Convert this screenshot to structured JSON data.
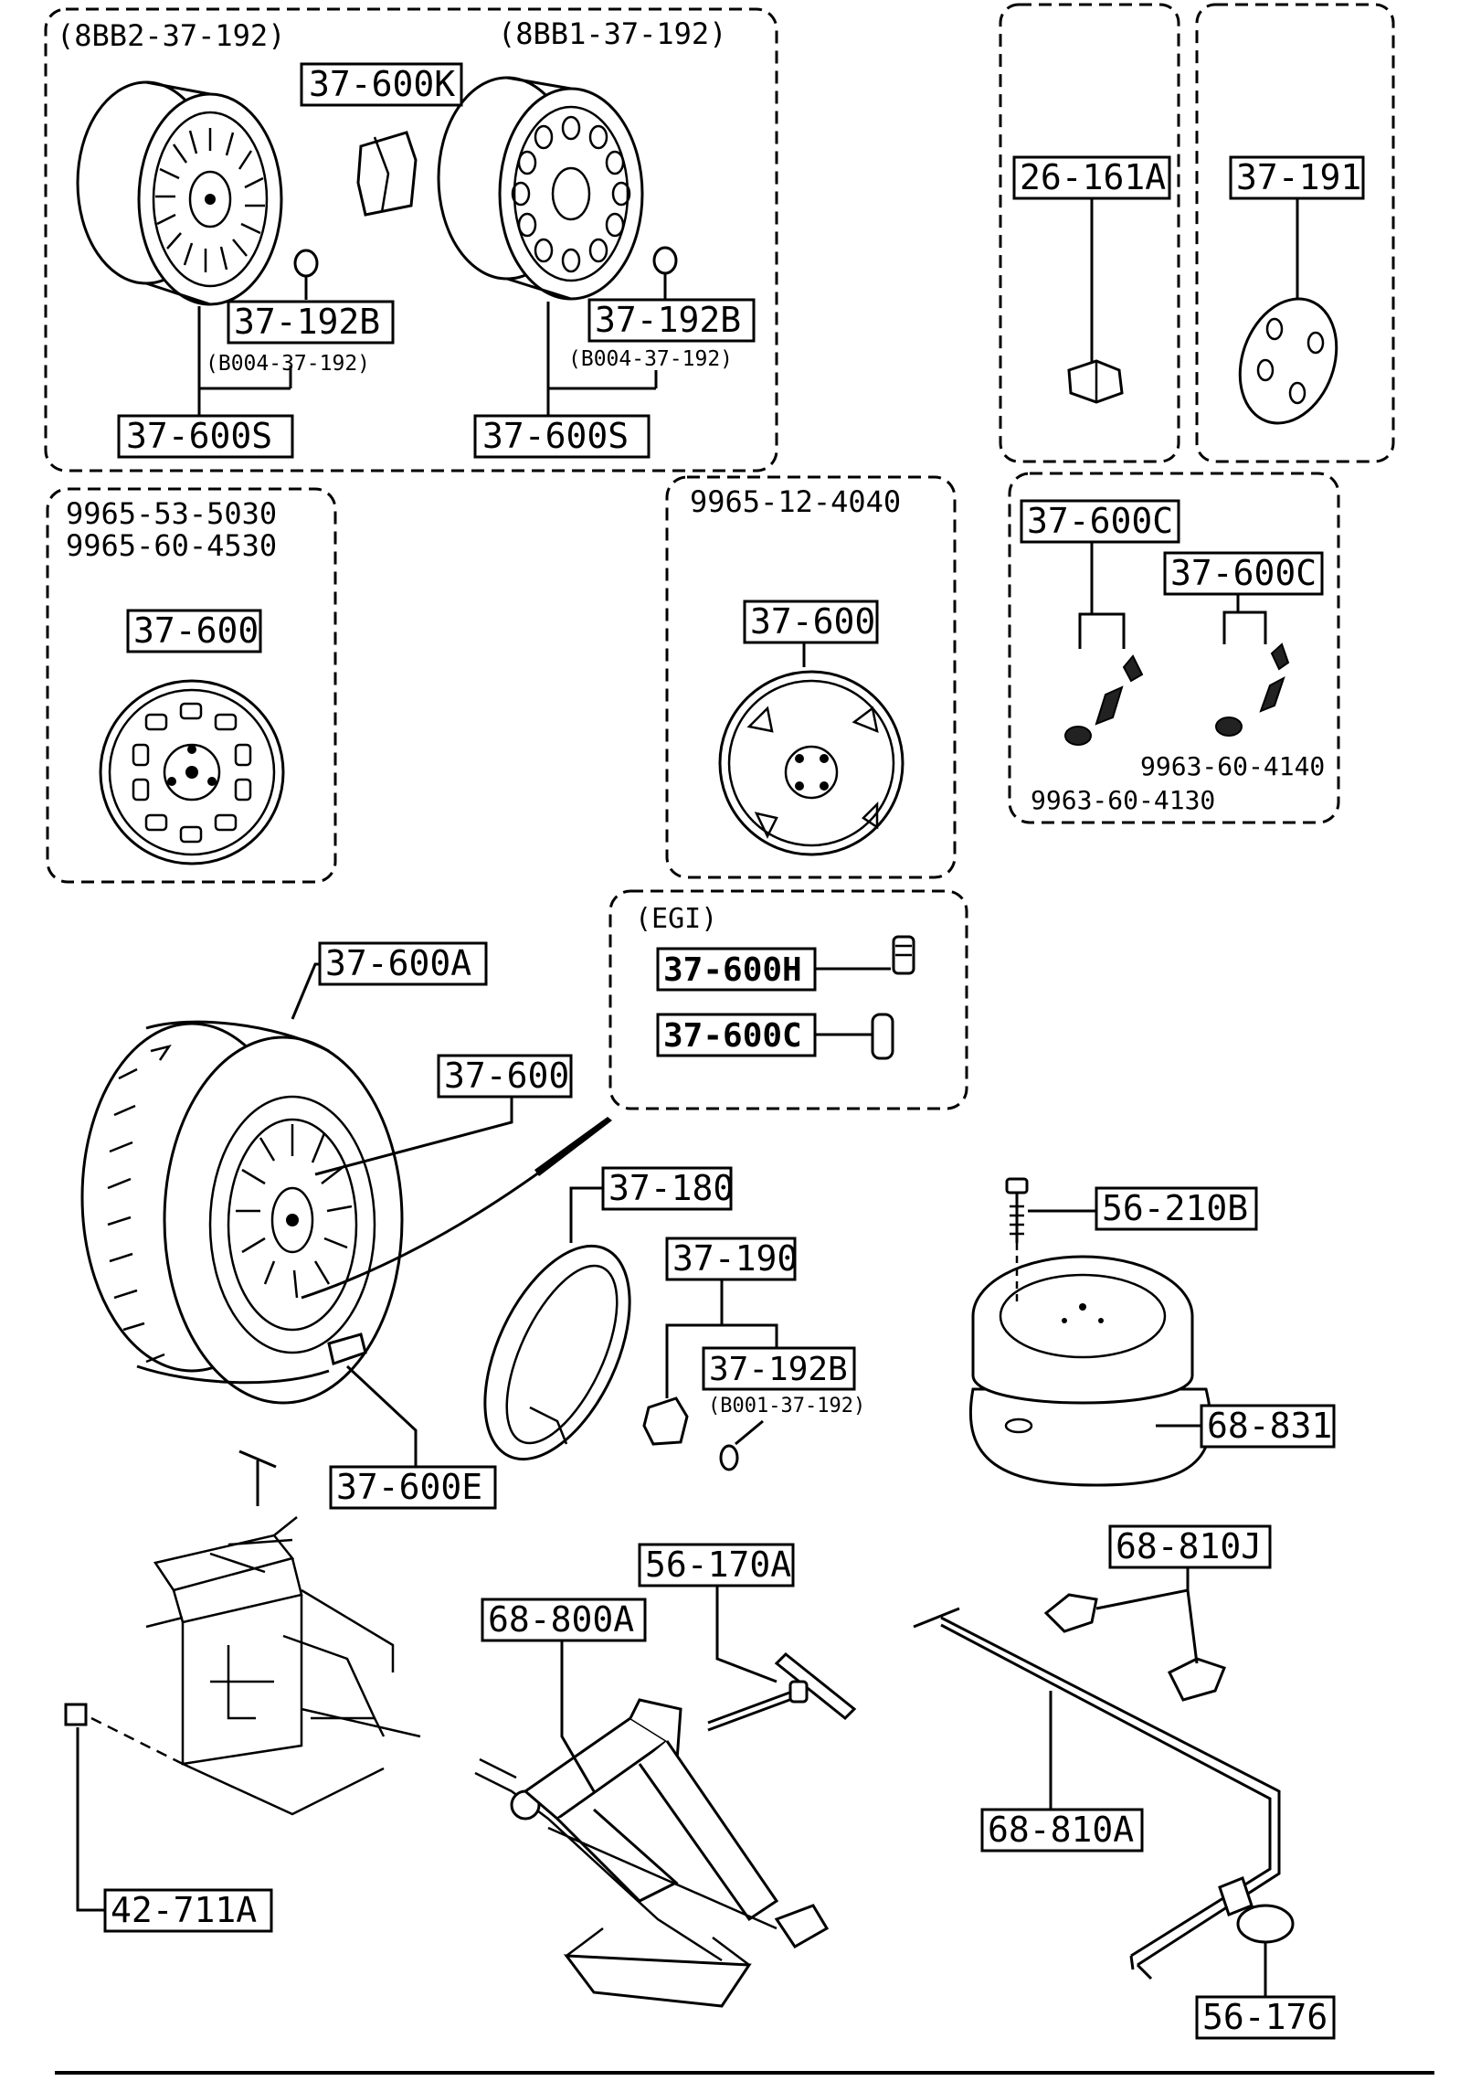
{
  "groups": {
    "wheels_top": {
      "left_code": "(8BB2-37-192)",
      "right_code": "(8BB1-37-192)"
    },
    "lug_nut_group": {},
    "center_cap_group": {},
    "steel_wheel_group": {
      "code_1": "9965-53-5030",
      "code_2": "9965-60-4530"
    },
    "spare_wheel_group": {
      "code": "9965-12-4040"
    },
    "valve_group": {
      "code_1": "9963-60-4140",
      "code_2": "9963-60-4130"
    },
    "egi_group": {
      "label": "(EGI)"
    }
  },
  "parts": {
    "p_37_600K": "37-600K",
    "p_37_192B_a": "37-192B",
    "p_b004_a": "(B004-37-192)",
    "p_37_600S_a": "37-600S",
    "p_37_192B_b": "37-192B",
    "p_b004_b": "(B004-37-192)",
    "p_37_600S_b": "37-600S",
    "p_26_161A": "26-161A",
    "p_37_191": "37-191",
    "p_37_600_steel": "37-600",
    "p_37_600_spare": "37-600",
    "p_37_600C_a": "37-600C",
    "p_37_600C_b": "37-600C",
    "p_37_600A": "37-600A",
    "p_37_600_tire": "37-600",
    "p_37_600H": "37-600H",
    "p_37_600C_egi": "37-600C",
    "p_37_180": "37-180",
    "p_37_190": "37-190",
    "p_37_192B_c": "37-192B",
    "p_b001": "(B001-37-192)",
    "p_56_210B": "56-210B",
    "p_68_831": "68-831",
    "p_37_600E": "37-600E",
    "p_68_810J": "68-810J",
    "p_56_170A": "56-170A",
    "p_68_800A": "68-800A",
    "p_68_810A": "68-810A",
    "p_42_711A": "42-711A",
    "p_56_176": "56-176"
  }
}
